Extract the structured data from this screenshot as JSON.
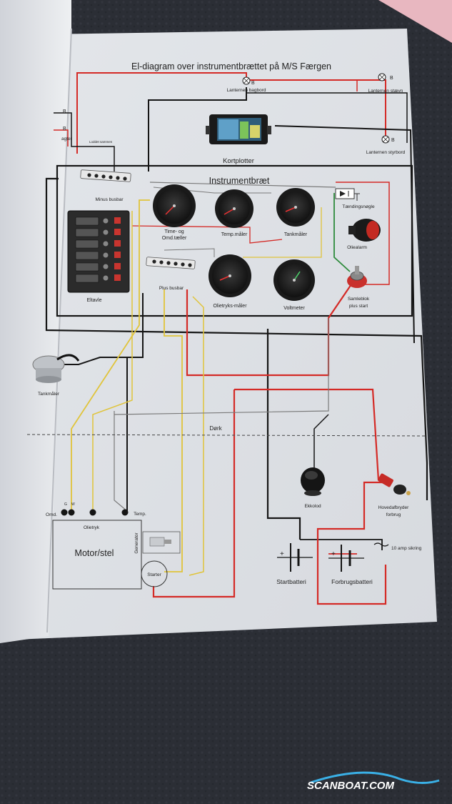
{
  "diagram": {
    "title": "El-diagram over instrumentbrættet på M/S Færgen",
    "labels": {
      "lantern_bagbord": "Lanternen bagbord",
      "lantern_staevn": "Lanternen stævn",
      "lantern_styrbord": "Lanternen styrbord",
      "b_marker": "B",
      "agter_fragment": "agter",
      "loddet_sammen": "Loddet sammen",
      "kortplotter": "Kortplotter",
      "instrumentbraet": "Instrumentbræt",
      "minus_busbar": "Minus busbar",
      "time_omd_line1": "Time- og",
      "time_omd_line2": "Omd.tæller",
      "temp_maaler": "Temp.måler",
      "tankmaaler": "Tankmåler",
      "taendingsnogle": "Tændingsnøgle",
      "oliealarm": "Oliealarm",
      "eltavle": "Eltavle",
      "plus_busbar": "Plus busbar",
      "olietryks_maaler": "Olietryks-måler",
      "voltmeter": "Voltmeter",
      "samleblok_line1": "Samleblok",
      "samleblok_line2": "plus start",
      "tankmaaler_sender": "Tankmåler",
      "dork": "Dørk",
      "ekkolod": "Ekkolod",
      "hovedafbryder_line1": "Hovedafbryder",
      "hovedafbryder_line2": "forbrug",
      "omd": "Omd.",
      "olietryk": "Olietryk",
      "temp": "Temp.",
      "g": "G",
      "w": "W",
      "motor_stel": "Motor/stel",
      "generator": "Generator",
      "starter": "Starter",
      "sikring": "10 amp sikring",
      "startbatteri": "Startbatteri",
      "forbrugsbatteri": "Forbrugsbatteri"
    }
  },
  "watermark": "SCANBOAT.COM",
  "colors": {
    "paper": "#e9ebee",
    "wire_red": "#d42a26",
    "wire_black": "#151515",
    "wire_yellow": "#e0c43a",
    "wire_green": "#2e8b3c",
    "wire_grey": "#7a7a7a",
    "watermark": "#ffffff",
    "watermark_wave": "#3ab0e6"
  }
}
